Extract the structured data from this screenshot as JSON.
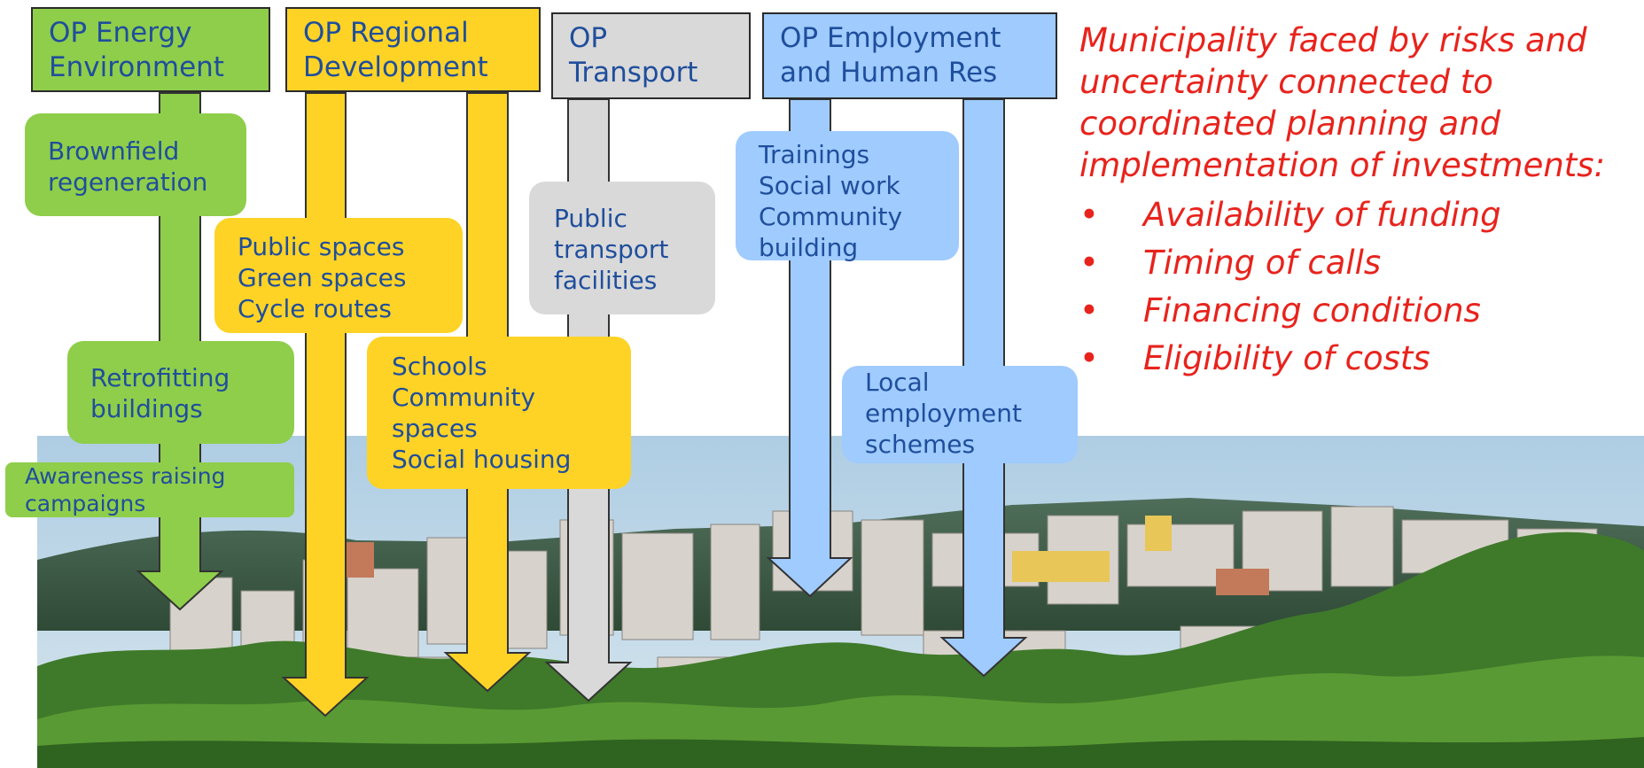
{
  "columns": [
    {
      "id": "energy",
      "header": [
        "OP Energy",
        "Environment"
      ],
      "color": "#8fce4a",
      "items": [
        [
          "Brownfield",
          "regeneration"
        ],
        [
          "Retrofitting",
          "buildings"
        ],
        [
          "Awareness raising",
          "campaigns"
        ]
      ]
    },
    {
      "id": "regional",
      "header": [
        "OP Regional",
        "Development"
      ],
      "color": "#fed325",
      "items": [
        [
          "Public spaces",
          "Green spaces",
          "Cycle routes"
        ],
        [
          "Schools",
          "Community",
          "spaces",
          "Social housing"
        ]
      ]
    },
    {
      "id": "transport",
      "header": [
        "OP",
        "Transport"
      ],
      "color": "#d9d9d9",
      "items": [
        [
          "Public",
          "transport",
          "facilities"
        ]
      ]
    },
    {
      "id": "employment",
      "header": [
        "OP Employment",
        "and Human Res"
      ],
      "color": "#9fcbff",
      "items": [
        [
          "Trainings",
          "Social work",
          "Community",
          "building"
        ],
        [
          "Local",
          "employment",
          "schemes"
        ]
      ]
    }
  ],
  "risk_box": {
    "intro": [
      "Municipality faced by risks and",
      "uncertainty connected to",
      "coordinated planning and",
      "implementation of  investments:"
    ],
    "bullet": "•",
    "bullets": [
      "Availability of funding",
      "Timing of calls",
      "Financing conditions",
      "Eligibility of costs"
    ],
    "color": "#e8231c"
  },
  "photo": {
    "description_icon": "city-panorama-photo"
  }
}
